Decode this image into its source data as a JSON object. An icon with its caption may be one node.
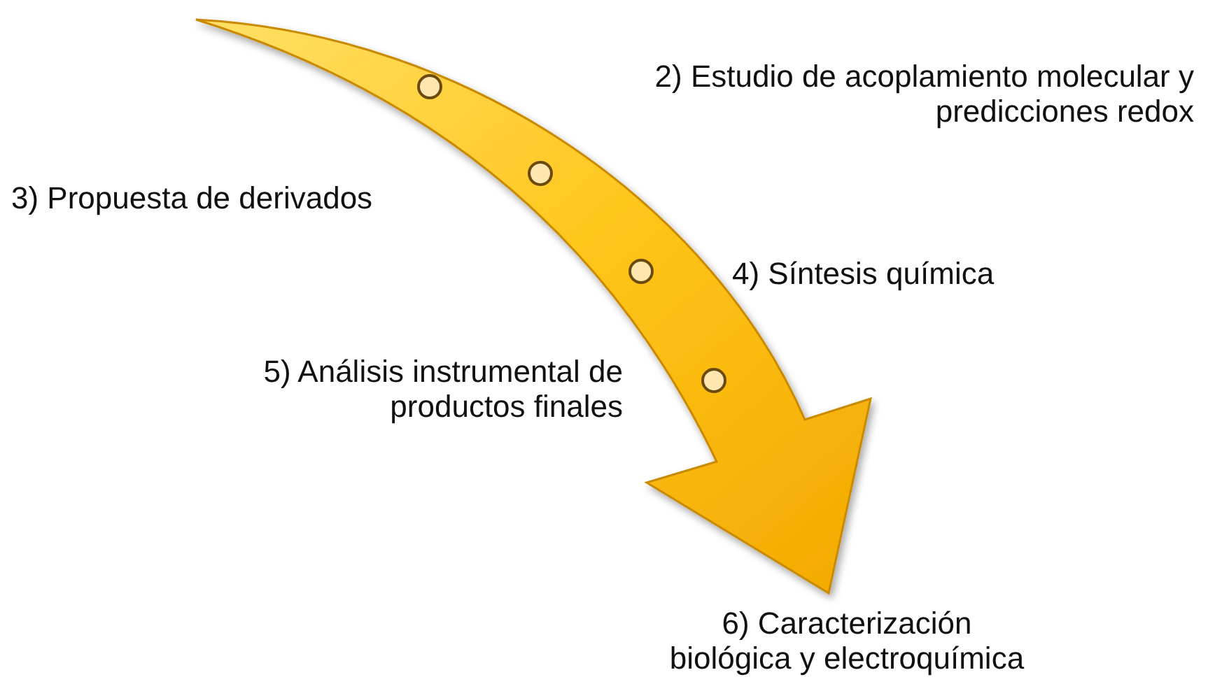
{
  "diagram": {
    "nodes": [
      {
        "text": [],
        "shape": "circle"
      },
      {
        "text": [],
        "shape": "circle"
      },
      {
        "text": [],
        "shape": "circle"
      },
      {
        "text": [],
        "shape": "circle"
      }
    ],
    "labels": [
      "2) Estudio de acoplamiento molecular y predicciones redox",
      "3) Propuesta de derivados",
      "4) Síntesis química",
      "5) Análisis instrumental de productos finales",
      "6) Caracterización biológica y electroquímica"
    ]
  }
}
